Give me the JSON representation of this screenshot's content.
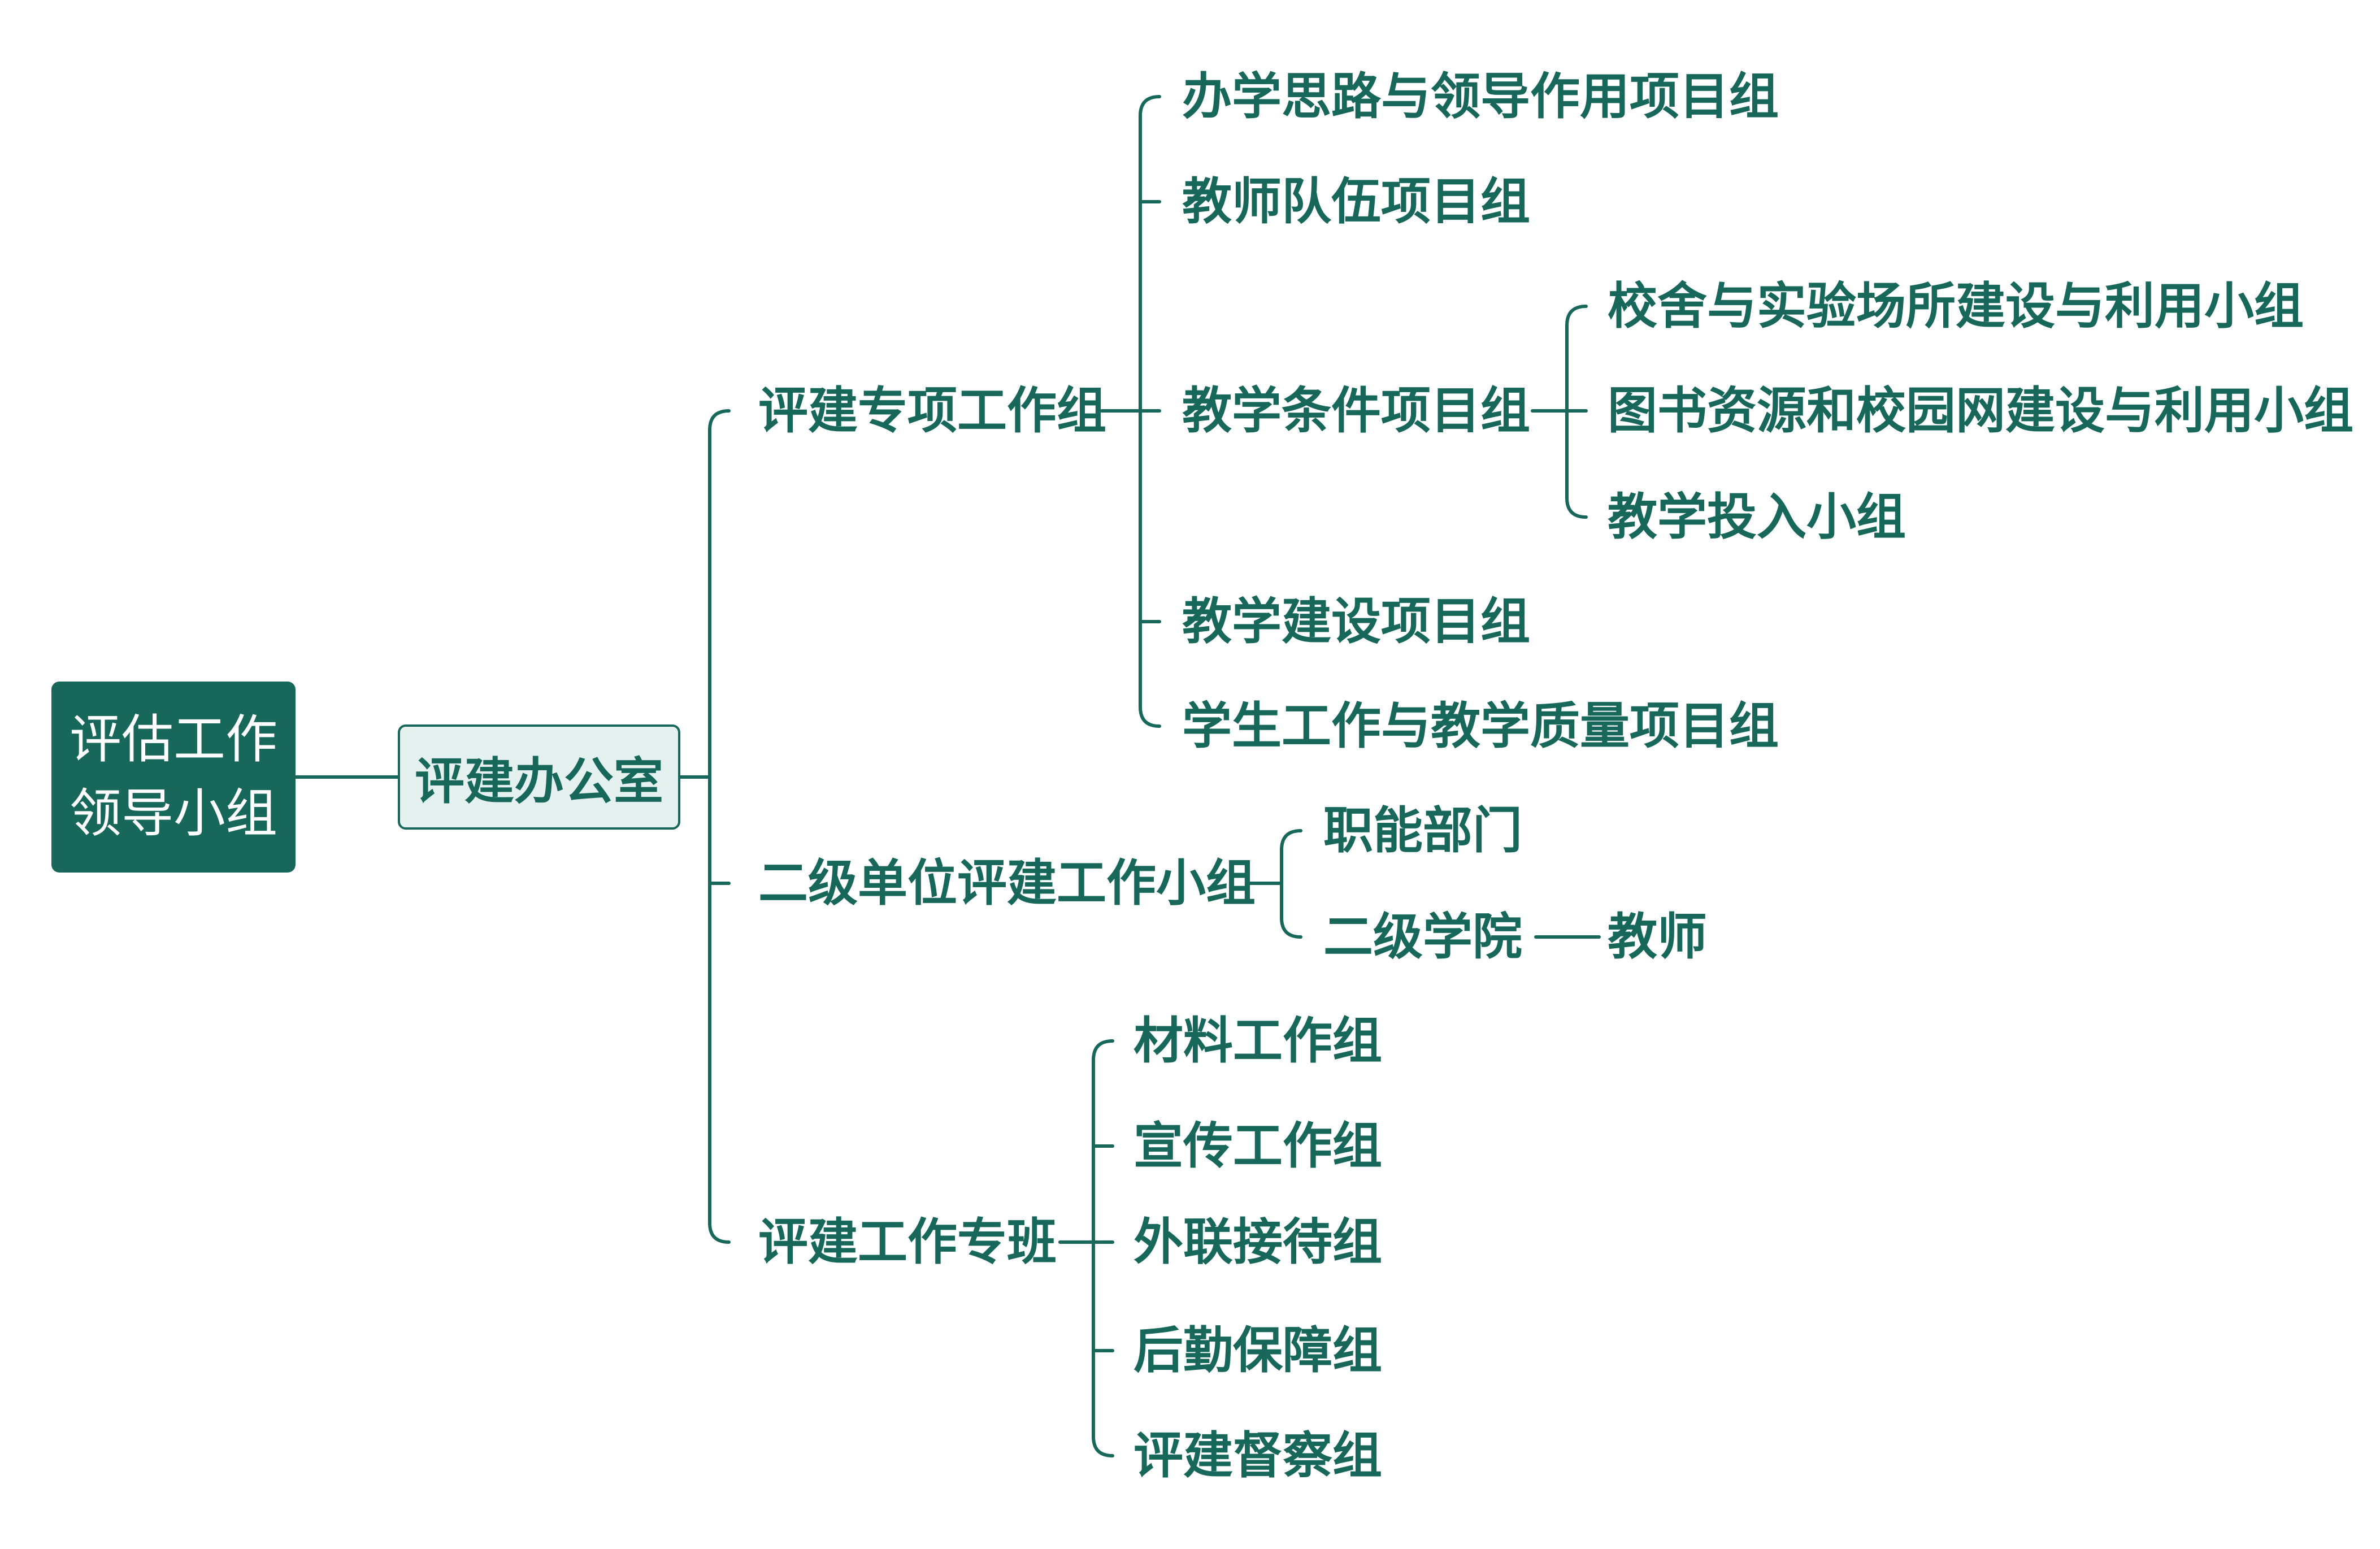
{
  "colors": {
    "primary": "#17685a",
    "office_fill": "#e4f1ee",
    "text_on_primary": "#ffffff"
  },
  "root": {
    "label": "评估工作\n领导小组"
  },
  "office": {
    "label": "评建办公室"
  },
  "branches": [
    {
      "label": "评建专项工作组",
      "children": [
        {
          "label": "办学思路与领导作用项目组"
        },
        {
          "label": "教师队伍项目组"
        },
        {
          "label": "教学条件项目组",
          "children": [
            {
              "label": "校舍与实验场所建设与利用小组"
            },
            {
              "label": "图书资源和校园网建设与利用小组"
            },
            {
              "label": "教学投入小组"
            }
          ]
        },
        {
          "label": "教学建设项目组"
        },
        {
          "label": "学生工作与教学质量项目组"
        }
      ]
    },
    {
      "label": "二级单位评建工作小组",
      "children": [
        {
          "label": "职能部门"
        },
        {
          "label": "二级学院",
          "children": [
            {
              "label": "教师"
            }
          ]
        }
      ]
    },
    {
      "label": "评建工作专班",
      "children": [
        {
          "label": "材料工作组"
        },
        {
          "label": "宣传工作组"
        },
        {
          "label": "外联接待组"
        },
        {
          "label": "后勤保障组"
        },
        {
          "label": "评建督察组"
        }
      ]
    }
  ]
}
